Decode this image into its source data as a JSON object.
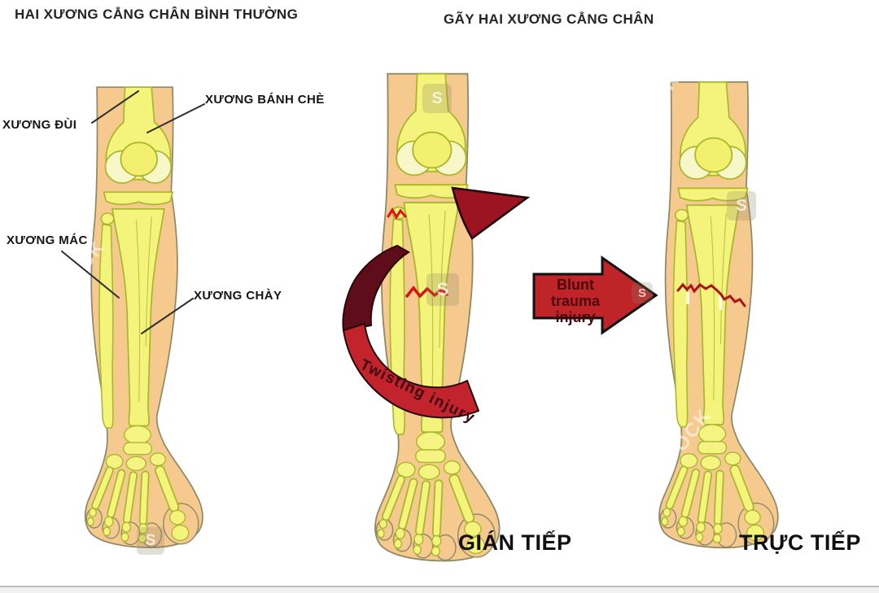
{
  "panels": {
    "normal": {
      "title": "HAI XƯƠNG CẲNG CHÂN BÌNH THƯỜNG",
      "labels": {
        "femur": "XƯƠNG ĐÙI",
        "patella": "XƯƠNG BÁNH CHÈ",
        "fibula": "XƯƠNG MÁC",
        "tibia": "XƯƠNG CHÀY"
      }
    },
    "fracture": {
      "title": "GÃY HAI XƯƠNG CẲNG CHÂN",
      "indirect": {
        "arrow_label": "Twisting injury",
        "caption": "GIÁN TIẾP"
      },
      "direct": {
        "arrow_label_line1": "Blunt trauma",
        "arrow_label_line2": "injury",
        "caption": "TRỰC TIẾP"
      }
    }
  },
  "watermark": {
    "logo_letter": "S",
    "diagonal_text_short": "CK",
    "diagonal_text_long": "OCK"
  },
  "colors": {
    "skin": "#F6C98E",
    "bone": "#F4F37B",
    "bone_pale": "#F8F7C9",
    "bone_outline": "#A9B72C",
    "arrow_red": "#BF2429",
    "ribbon_dark": "#5F0D1B",
    "fracture_red": "#D81212",
    "text": "#1E1E1E"
  }
}
